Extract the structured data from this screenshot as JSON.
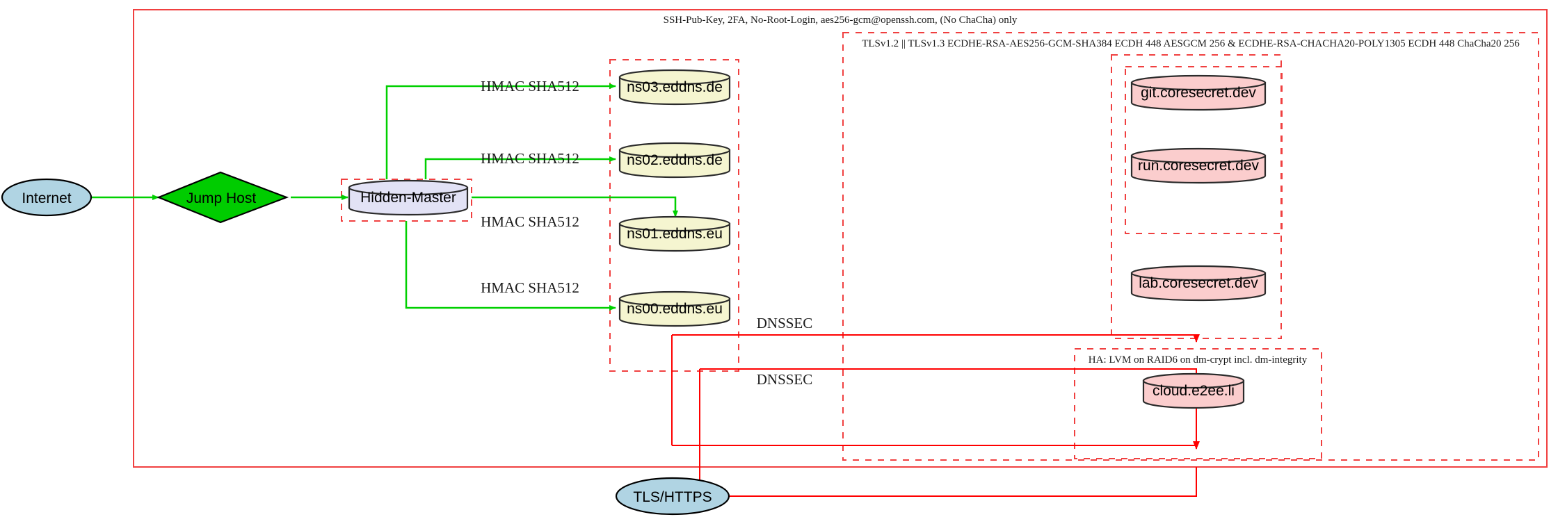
{
  "diagram": {
    "title_label": "SSH-Pub-Key, 2FA, No-Root-Login, aes256-gcm@openssh.com, (No ChaCha) only",
    "tls_cluster_label": "TLSv1.2 || TLSv1.3 ECDHE-RSA-AES256-GCM-SHA384 ECDH 448 AESGCM 256 & ECDHE-RSA-CHACHA20-POLY1305 ECDH 448 ChaCha20 256",
    "ha_cluster_label": "HA: LVM on RAID6 on dm-crypt incl. dm-integrity"
  },
  "nodes": {
    "internet": {
      "label": "Internet",
      "shape": "ellipse",
      "fill": "#b0d4e3"
    },
    "jump_host": {
      "label": "Jump Host",
      "shape": "diamond",
      "fill": "#00cc00"
    },
    "hidden_master": {
      "label": "Hidden-Master",
      "shape": "cylinder",
      "fill": "#e2e2f5"
    },
    "ns03": {
      "label": "ns03.eddns.de",
      "shape": "cylinder",
      "fill": "#f5f5d0"
    },
    "ns02": {
      "label": "ns02.eddns.de",
      "shape": "cylinder",
      "fill": "#f5f5d0"
    },
    "ns01": {
      "label": "ns01.eddns.eu",
      "shape": "cylinder",
      "fill": "#f5f5d0"
    },
    "ns00": {
      "label": "ns00.eddns.eu",
      "shape": "cylinder",
      "fill": "#f5f5d0"
    },
    "git": {
      "label": "git.coresecret.dev",
      "shape": "cylinder",
      "fill": "#fbcdcd"
    },
    "run": {
      "label": "run.coresecret.dev",
      "shape": "cylinder",
      "fill": "#fbcdcd"
    },
    "lab": {
      "label": "lab.coresecret.dev",
      "shape": "cylinder",
      "fill": "#fbcdcd"
    },
    "cloud": {
      "label": "cloud.e2ee.li",
      "shape": "cylinder",
      "fill": "#fbcdcd"
    },
    "tls_https": {
      "label": "TLS/HTTPS",
      "shape": "ellipse",
      "fill": "#b0d4e3"
    }
  },
  "edges": {
    "hmac_ns03": "HMAC SHA512",
    "hmac_ns02": "HMAC SHA512",
    "hmac_ns01": "HMAC SHA512",
    "hmac_ns00": "HMAC SHA512",
    "dnssec_upper": "DNSSEC",
    "dnssec_lower": "DNSSEC"
  },
  "colors": {
    "cluster_stroke": "#f04040",
    "edge_green": "#00d000",
    "edge_red": "#ff0000",
    "node_outline": "#2b2b2b"
  }
}
